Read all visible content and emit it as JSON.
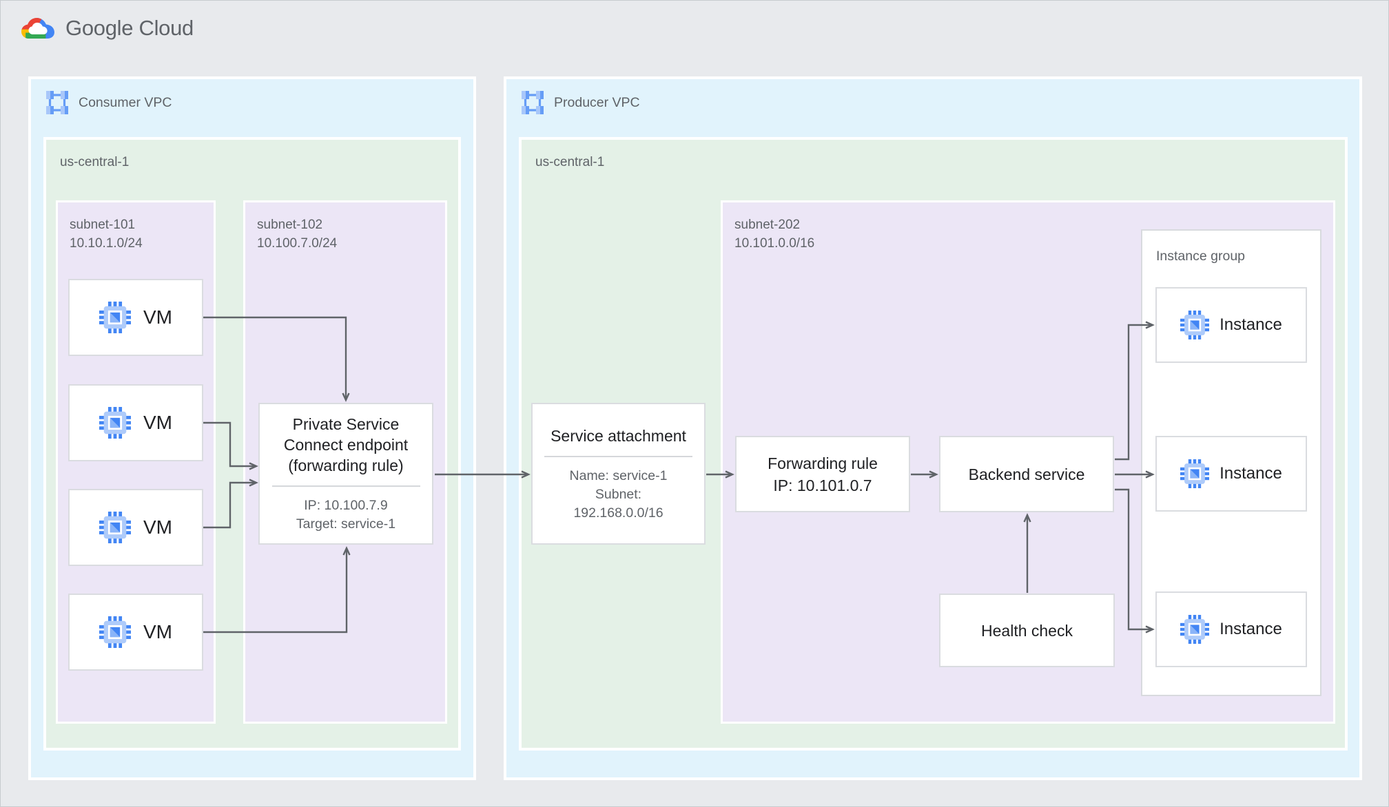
{
  "brand": {
    "name": "Google Cloud"
  },
  "consumer_vpc": {
    "label": "Consumer VPC",
    "region": {
      "label": "us-central-1",
      "subnet_101": {
        "name": "subnet-101",
        "cidr": "10.10.1.0/24",
        "vms": [
          {
            "label": "VM"
          },
          {
            "label": "VM"
          },
          {
            "label": "VM"
          },
          {
            "label": "VM"
          }
        ]
      },
      "subnet_102": {
        "name": "subnet-102",
        "cidr": "10.100.7.0/24",
        "psc_endpoint": {
          "title_line1": "Private Service",
          "title_line2": "Connect endpoint",
          "title_line3": "(forwarding rule)",
          "ip": "IP: 10.100.7.9",
          "target": "Target: service-1"
        }
      }
    }
  },
  "producer_vpc": {
    "label": "Producer VPC",
    "region": {
      "label": "us-central-1",
      "service_attachment": {
        "title": "Service attachment",
        "name": "Name: service-1",
        "subnet_label": "Subnet:",
        "subnet_cidr": "192.168.0.0/16"
      },
      "subnet_202": {
        "name": "subnet-202",
        "cidr": "10.101.0.0/16",
        "forwarding_rule": {
          "title": "Forwarding rule",
          "ip": "IP: 10.101.0.7"
        },
        "backend_service": {
          "title": "Backend service"
        },
        "health_check": {
          "title": "Health check"
        },
        "instance_group": {
          "label": "Instance group",
          "instances": [
            {
              "label": "Instance"
            },
            {
              "label": "Instance"
            },
            {
              "label": "Instance"
            }
          ]
        }
      }
    }
  },
  "colors": {
    "page_bg": "#E8EAED",
    "vpc_bg": "#E1F3FC",
    "region_bg": "#E4F1E7",
    "subnet_bg": "#ECE6F6",
    "node_border": "#DADCE0",
    "arrow": "#5F6368",
    "text_primary": "#202124",
    "text_secondary": "#5F6368",
    "icon_blue": "#4285F4",
    "icon_blue_mid": "#669DF6",
    "icon_blue_light": "#AECBFA",
    "logo_red": "#EA4335",
    "logo_yellow": "#FBBC04",
    "logo_green": "#34A853",
    "logo_blue": "#4285F4"
  }
}
